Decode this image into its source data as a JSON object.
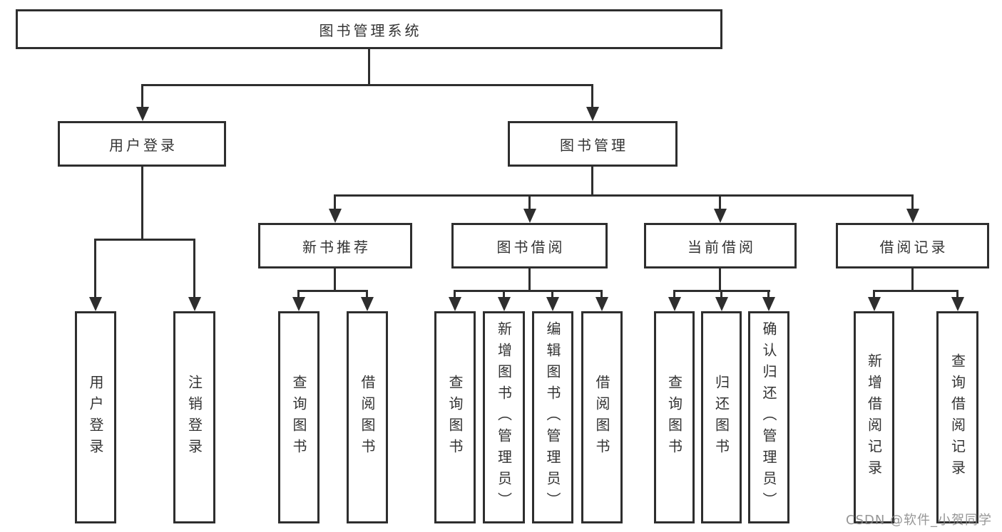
{
  "tree": {
    "root": "图书管理系统",
    "branches": [
      {
        "label": "用户登录",
        "children": [
          "用户登录",
          "注销登录"
        ]
      },
      {
        "label": "图书管理",
        "sections": [
          {
            "label": "新书推荐",
            "children": [
              "查询图书",
              "借阅图书"
            ]
          },
          {
            "label": "图书借阅",
            "children": [
              "查询图书",
              "新增图书（管理员）",
              "编辑图书（管理员）",
              "借阅图书"
            ]
          },
          {
            "label": "当前借阅",
            "children": [
              "查询图书",
              "归还图书",
              "确认归还（管理员）"
            ]
          },
          {
            "label": "借阅记录",
            "children": [
              "新增借阅记录",
              "查询借阅记录"
            ]
          }
        ]
      }
    ]
  },
  "watermark": {
    "text": "CSDN @软件_小贺同学"
  },
  "colors": {
    "line": "#2e2e2e",
    "text": "#333333",
    "watermark": "#878787",
    "background": "#ffffff"
  }
}
